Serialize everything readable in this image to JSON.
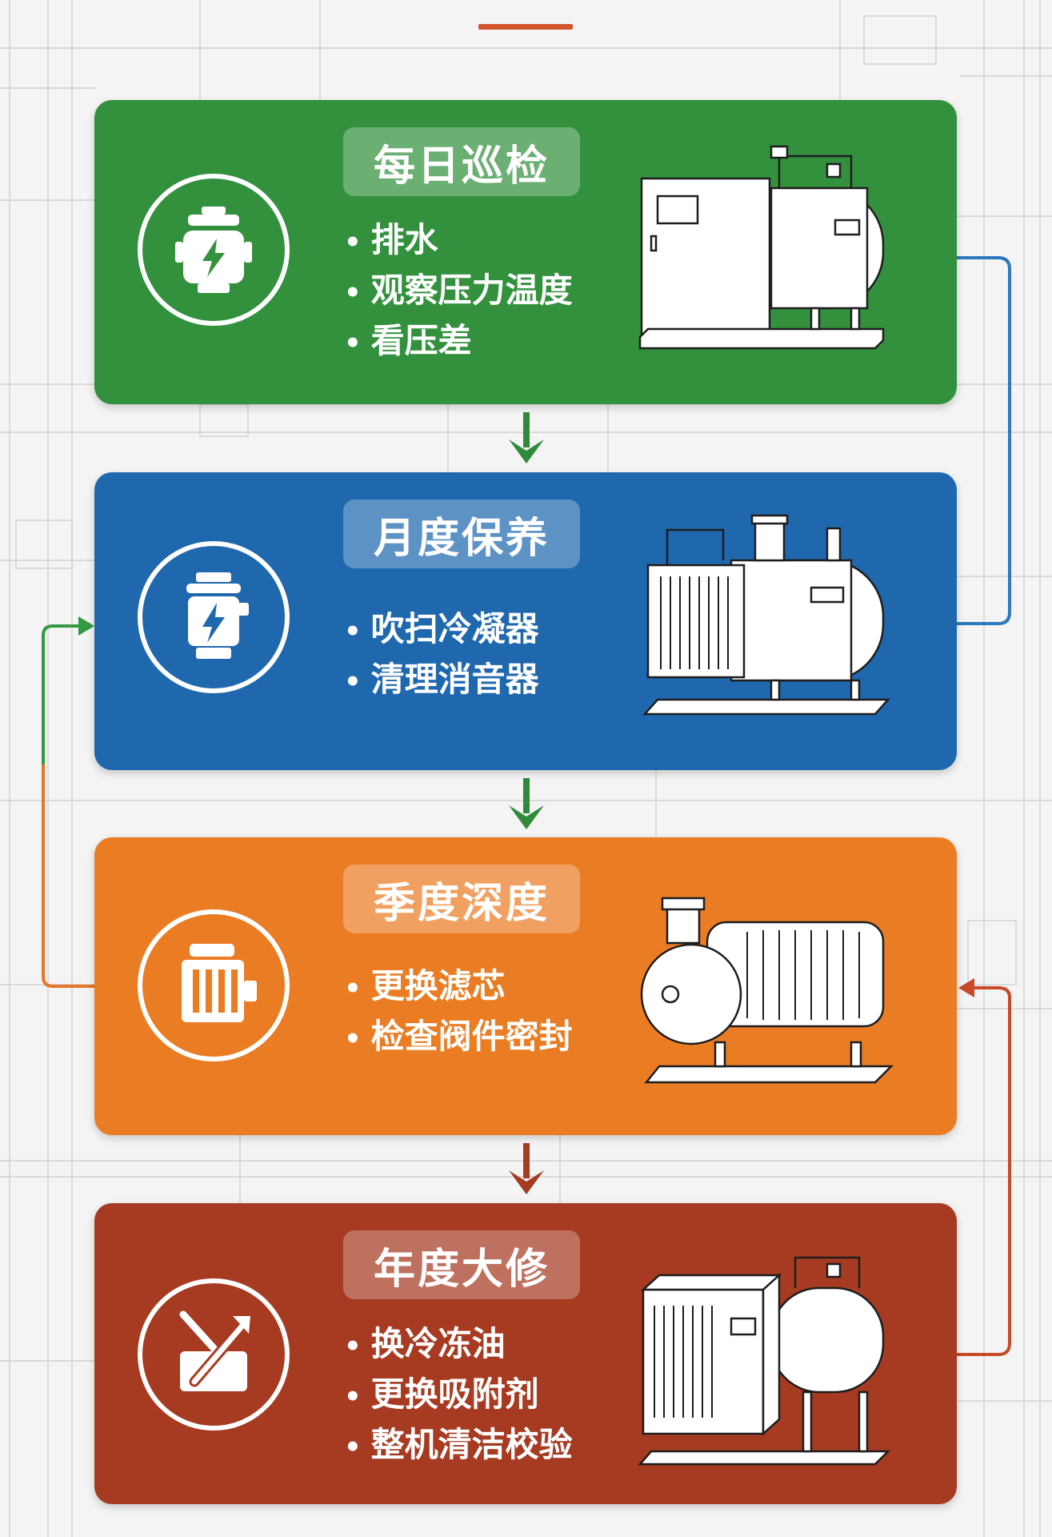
{
  "colors": {
    "daily": "#33913e",
    "monthly": "#1f68ad",
    "quarterly": "#ea7d24",
    "annual": "#a63b22",
    "accent": "#d2542a"
  },
  "stages": [
    {
      "title": "每日巡检",
      "icon": "electric-motor-icon",
      "equipment": "compressor-tank-icon",
      "items": [
        "排水",
        "观察压力温度",
        "看压差"
      ]
    },
    {
      "title": "月度保养",
      "icon": "electric-canister-icon",
      "equipment": "condenser-tank-icon",
      "items": [
        "吹扫冷凝器",
        "清理消音器"
      ]
    },
    {
      "title": "季度深度",
      "icon": "filter-cartridge-icon",
      "equipment": "pump-motor-icon",
      "items": [
        "更换滤芯",
        "检查阀件密封"
      ]
    },
    {
      "title": "年度大修",
      "icon": "repair-tool-icon",
      "equipment": "dryer-unit-icon",
      "items": [
        "换冷冻油",
        "更换吸附剂",
        "整机清洁校验"
      ]
    }
  ]
}
